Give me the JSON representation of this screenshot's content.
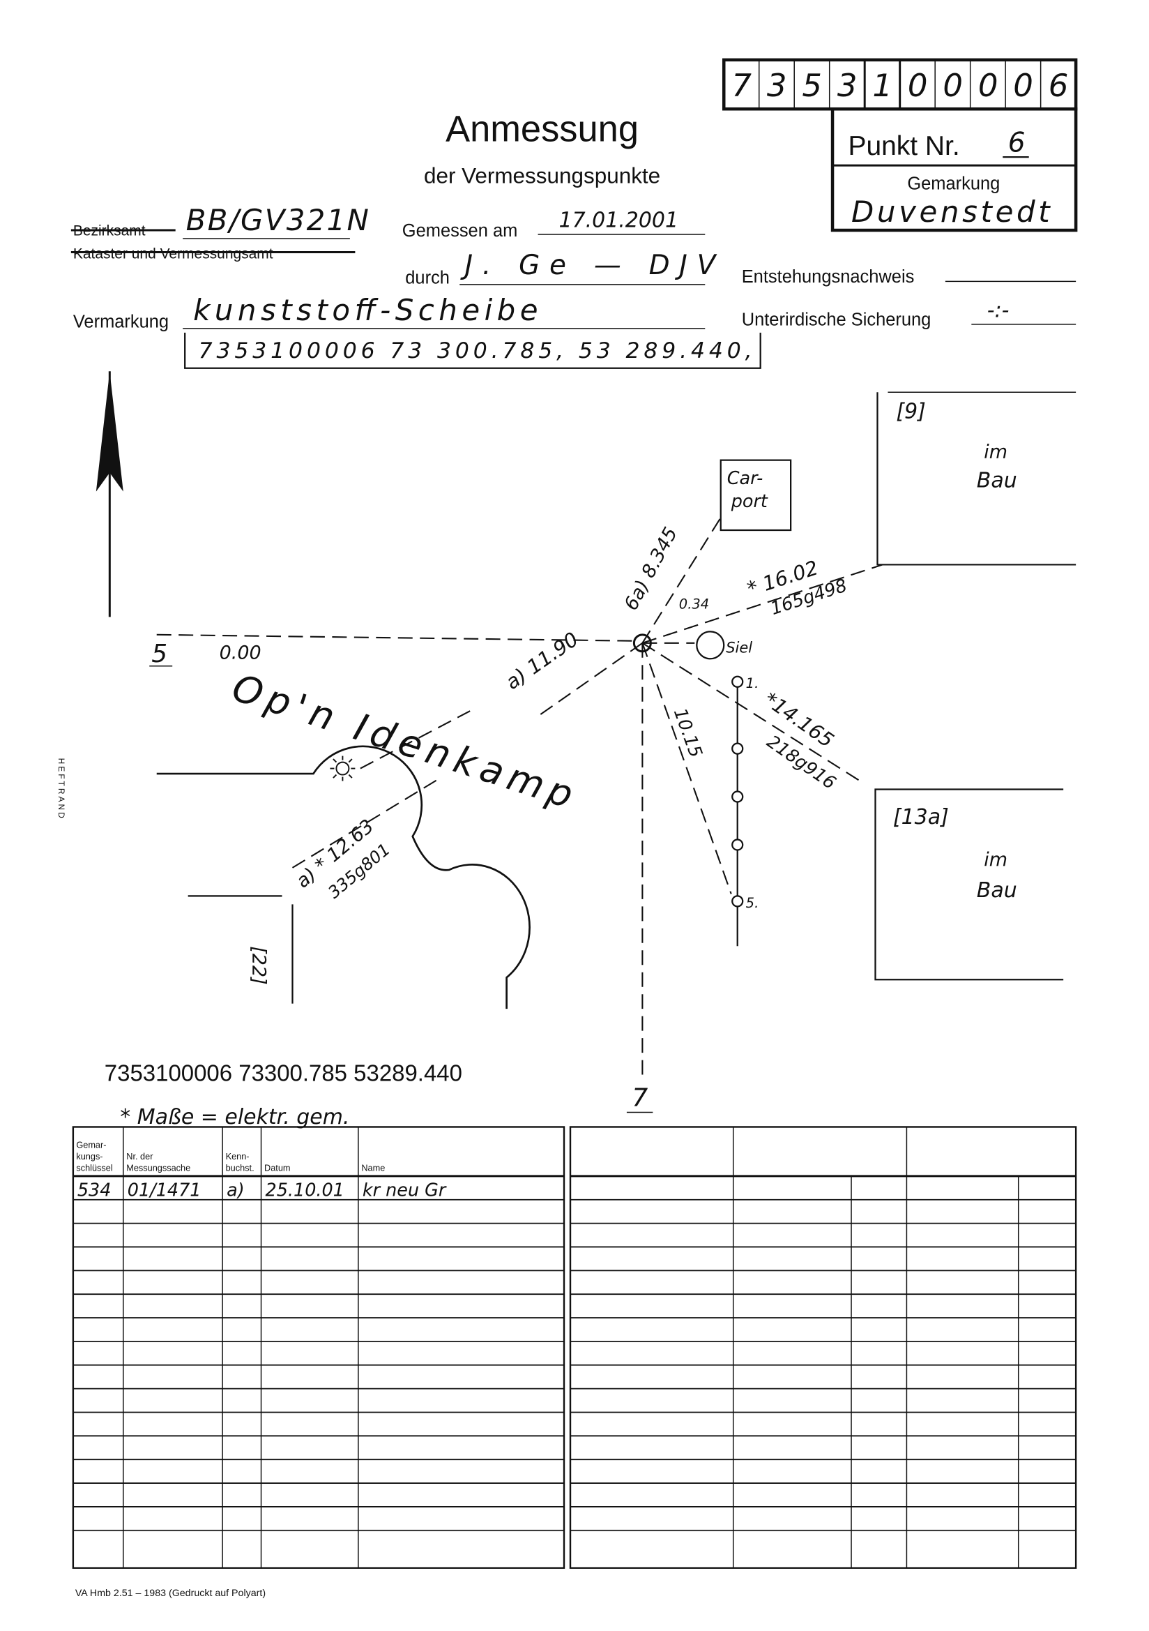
{
  "header": {
    "punkt_digits": [
      "7",
      "3",
      "5",
      "3",
      "1",
      "0",
      "0",
      "0",
      "0",
      "6"
    ],
    "title": "Anmessung",
    "subtitle": "der Vermessungspunkte",
    "punkt_label": "Punkt Nr.",
    "punkt_value": "6",
    "gemarkung_label": "Gemarkung",
    "gemarkung_value": "Duvenstedt"
  },
  "form": {
    "bezirksamt_label": "Bezirksamt",
    "bezirksamt_value": "BB/GV321N",
    "kataster_label": "Kataster und Vermessungsamt",
    "gemessen_label": "Gemessen am",
    "gemessen_value": "17.01.2001",
    "durch_label": "durch",
    "durch_value": "J. Ge — DJV",
    "entstehung_label": "Entstehungsnachweis",
    "vermarkung_label": "Vermarkung",
    "vermarkung_value": "kunststoff-Scheibe",
    "unterirdisch_label": "Unterirdische Sicherung",
    "unterirdisch_value": "-:-",
    "coord_handwritten": "7353100006   73 300.785, 53 289.440,"
  },
  "sketch": {
    "label_5": "5",
    "label_000": "0.00",
    "street": "Op'n Idenkamp",
    "carport_1": "Car-",
    "carport_2": "port",
    "b9": "[9]",
    "b9_text1": "im",
    "b9_text2": "Bau",
    "b13a": "[13a]",
    "b13a_text1": "im",
    "b13a_text2": "Bau",
    "b22": "[22]",
    "m_6a": "6a) 8.345",
    "m_034": "0.34",
    "m_1602": "* 16.02",
    "m_165": "165g498",
    "siel": "Siel",
    "m_1190": "a) 11.90",
    "m_1015": "10.15",
    "m_14165": "*14.165",
    "m_218": "218g916",
    "p1": "1.",
    "p5": "5.",
    "m_1263": "a) * 12.63",
    "m_335": "335g801",
    "label_7": "7",
    "heftrand": "HEFTRAND"
  },
  "coord_printed": "7353100006  73300.785  53289.440",
  "note": "* Maße = elektr. gem.",
  "table": {
    "headers": [
      "Gemar-kungs-schlüssel",
      "Nr. der Messungssache",
      "Kenn-buchst.",
      "Datum",
      "Name"
    ],
    "header_lines": [
      [
        "Gemar-",
        "kungs-",
        "schlüssel"
      ],
      [
        "Nr. der",
        "Messungssache"
      ],
      [
        "Kenn-",
        "buchst."
      ],
      [
        "Datum"
      ],
      [
        "Name"
      ]
    ],
    "rows": [
      [
        "534",
        "01/1471",
        "a)",
        "25.10.01",
        "kr neu Gr"
      ]
    ]
  },
  "footer": "VA Hmb 2.51 – 1983 (Gedruckt auf Polyart)"
}
